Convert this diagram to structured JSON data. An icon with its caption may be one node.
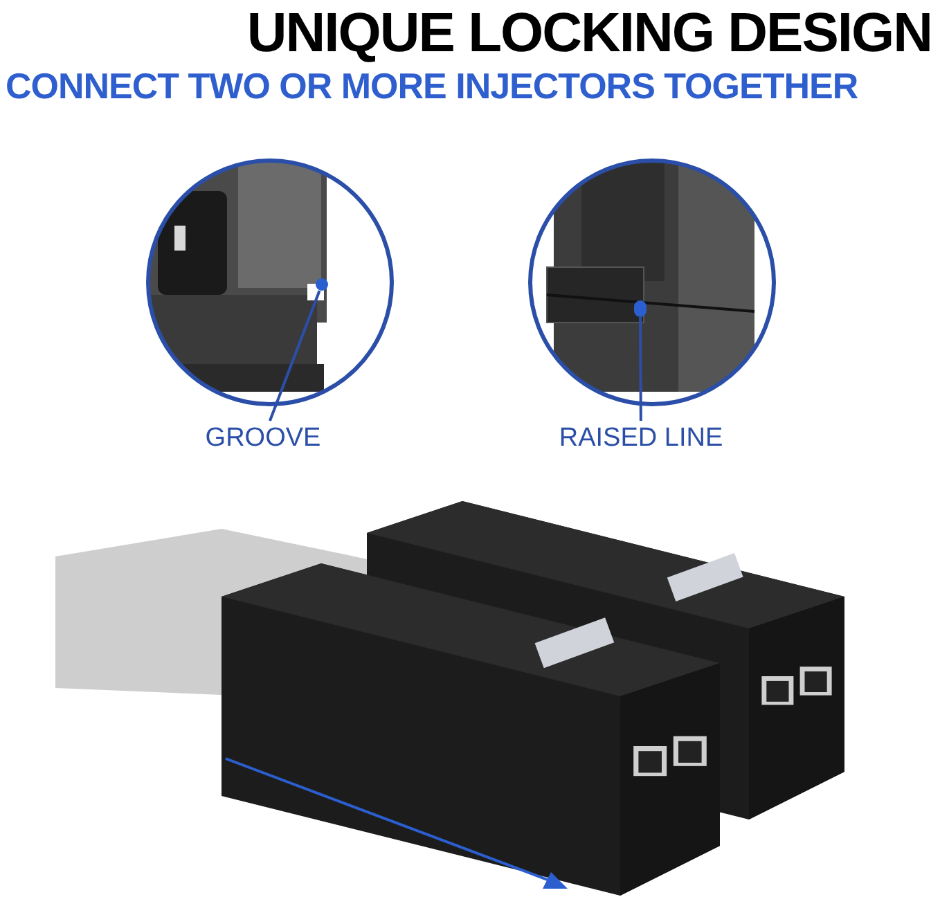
{
  "diagram": {
    "title": "UNIQUE LOCKING DESIGN",
    "nodes": [
      {
        "text": [],
        "shape": "picture"
      },
      {
        "text": [],
        "shape": "circle",
        "in": 0
      },
      {
        "text": [],
        "shape": "picture"
      },
      {
        "text": [],
        "shape": "circle",
        "in": 2
      },
      {
        "text": [
          "GROOVE"
        ]
      },
      {
        "text": [
          "RAISED LINE"
        ]
      }
    ],
    "edges": [
      {
        "from": 4,
        "to": 1,
        "arrow": "none"
      },
      {
        "from": 5,
        "to": 3,
        "arrow": "none"
      }
    ],
    "labels": [
      "CONNECT TWO OR MORE INJECTORS TOGETHER"
    ]
  }
}
